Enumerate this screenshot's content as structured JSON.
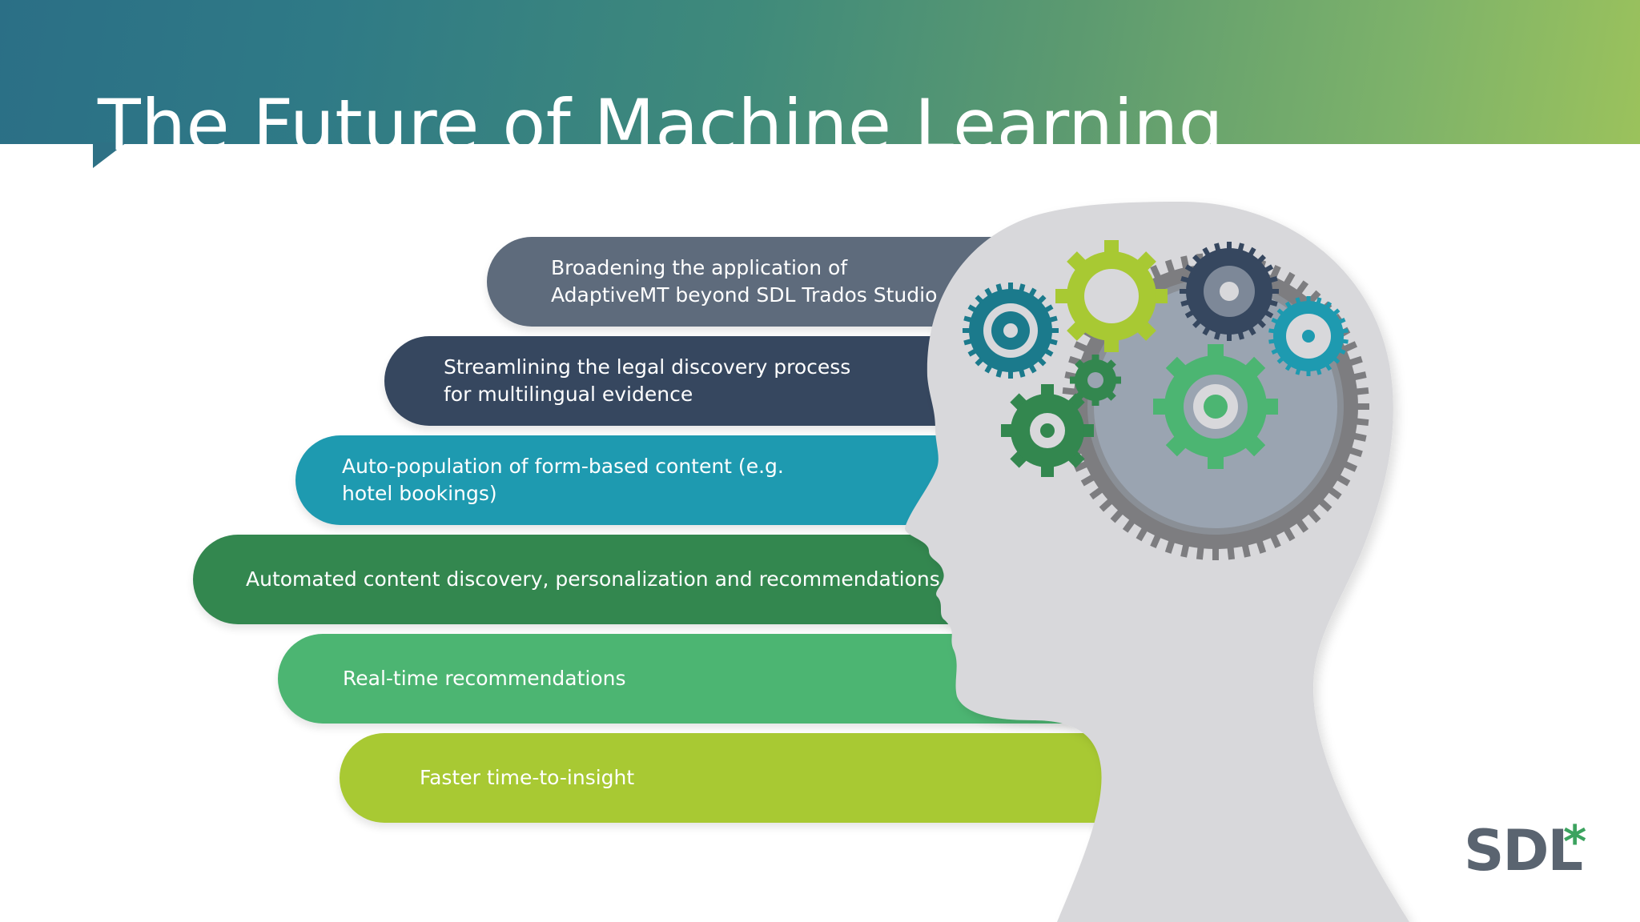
{
  "slide": {
    "title": "The Future of Machine Learning"
  },
  "items": [
    {
      "label": "Broadening the application of AdaptiveMT beyond SDL Trados Studio",
      "color": "#5e6b7c"
    },
    {
      "label": "Streamlining the legal discovery process for multilingual evidence",
      "color": "#36475f"
    },
    {
      "label": "Auto-population of form-based content (e.g. hotel bookings)",
      "color": "#1e9ab0"
    },
    {
      "label": "Automated content discovery, personalization and recommendations",
      "color": "#33874f"
    },
    {
      "label": "Real-time recommendations",
      "color": "#4cb572"
    },
    {
      "label": "Faster time-to-insight",
      "color": "#a8c933"
    }
  ],
  "logo": {
    "text": "SDL",
    "mark": "*"
  },
  "illustration": {
    "icon": "head-with-gears-icon",
    "head_color": "#d8d8db",
    "gear_colors": [
      "#1b7a8c",
      "#a8c933",
      "#36475f",
      "#1e9ab0",
      "#33874f",
      "#4cb572",
      "#808080"
    ]
  }
}
